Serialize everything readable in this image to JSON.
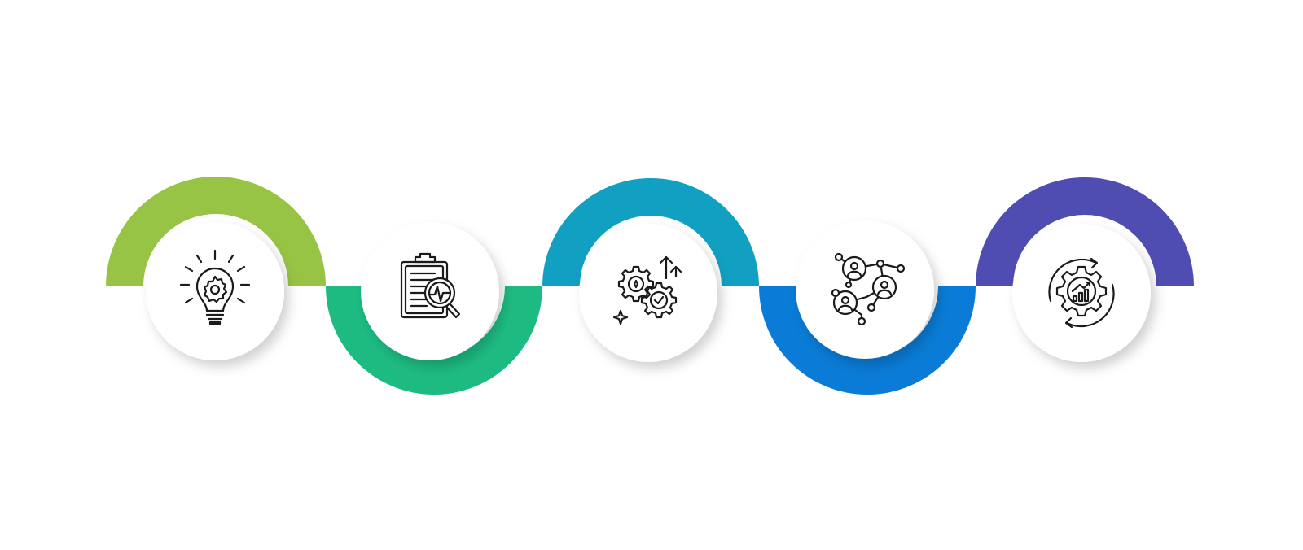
{
  "steps": [
    {
      "id": "step-1",
      "orientation": "up",
      "color": "#97c444",
      "icon": "lightbulb-gear-icon"
    },
    {
      "id": "step-2",
      "orientation": "down",
      "color": "#1dbb82",
      "icon": "clipboard-analysis-icon"
    },
    {
      "id": "step-3",
      "orientation": "up",
      "color": "#11a0c2",
      "icon": "gears-growth-icon"
    },
    {
      "id": "step-4",
      "orientation": "down",
      "color": "#0a7bd6",
      "icon": "people-network-icon"
    },
    {
      "id": "step-5",
      "orientation": "up",
      "color": "#4f4db1",
      "icon": "gear-cycle-chart-icon"
    }
  ],
  "colors": {
    "circle": "#ffffff",
    "icon_stroke": "#1a1a1a",
    "shadow": "rgba(0,0,0,0.18)"
  }
}
